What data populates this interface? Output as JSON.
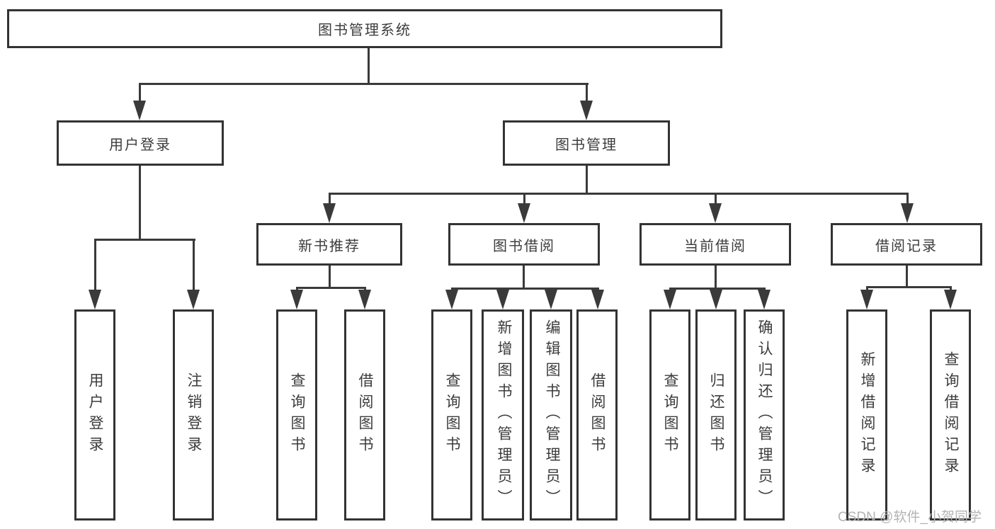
{
  "title": "图书管理系统",
  "nodes": {
    "user_login": "用户登录",
    "book_mgmt": "图书管理",
    "new_book_rec": "新书推荐",
    "book_borrow": "图书借阅",
    "current_borrow": "当前借阅",
    "borrow_records": "借阅记录",
    "leaf_user_login": "用户登录",
    "leaf_logout": "注销登录",
    "leaf_query_book_1": "查询图书",
    "leaf_borrow_book_1": "借阅图书",
    "leaf_query_book_2": "查询图书",
    "leaf_add_book": "新增图书（管理员）",
    "leaf_edit_book": "编辑图书（管理员）",
    "leaf_borrow_book_2": "借阅图书",
    "leaf_query_book_3": "查询图书",
    "leaf_return_book": "归还图书",
    "leaf_confirm_return": "确认归还（管理员）",
    "leaf_add_borrow_record": "新增借阅记录",
    "leaf_query_borrow_record": "查询借阅记录"
  },
  "watermark": "CSDN @软件_小贺同学",
  "colors": {
    "line": "#3a3a3a",
    "box_border": "#333333",
    "text": "#3c3c3c",
    "background": "#ffffff",
    "watermark": "#b3b3b3"
  }
}
